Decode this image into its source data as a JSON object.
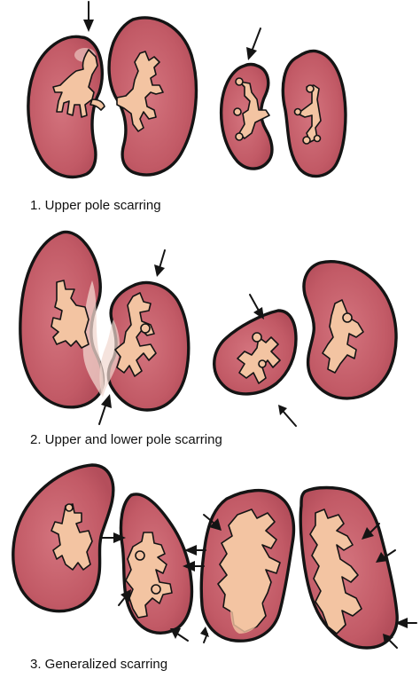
{
  "captions": {
    "upper": "1. Upper pole scarring",
    "upper_lower": "2. Upper and lower pole scarring",
    "generalized": "3. Generalized scarring"
  },
  "colors": {
    "kidney_fill": "#c25a66",
    "kidney_highlight": "#f1d7cf",
    "pelvis_fill": "#f3c4a2",
    "outline": "#141414",
    "background": "#ffffff"
  }
}
